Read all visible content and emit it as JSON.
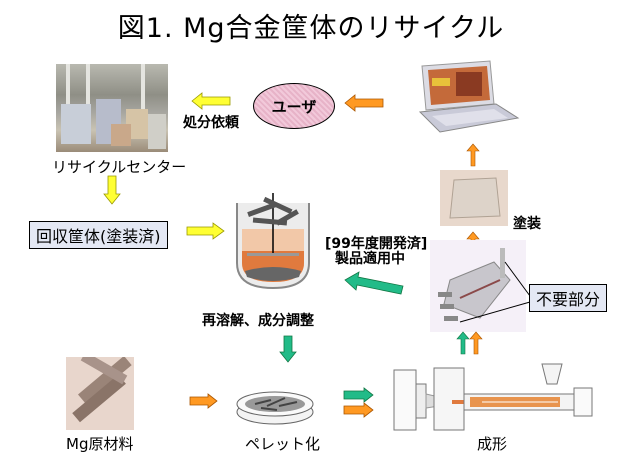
{
  "title": "図1. Mg合金筐体のリサイクル",
  "nodes": {
    "recycle_center": "リサイクルセンター",
    "user": "ユーザ",
    "disposal_request": "処分依頼",
    "collected_housing": "回収筐体(塗装済)",
    "remelt": "再溶解、成分調整",
    "developed_note_line1": "[99年度開発済]",
    "developed_note_line2": "製品適用中",
    "painting": "塗装",
    "unneeded_part": "不要部分",
    "mg_raw": "Mg原材料",
    "pellet": "ペレット化",
    "molding": "成形"
  },
  "colors": {
    "yellow_arrow": "#ffff33",
    "orange_arrow": "#ff9922",
    "green_arrow": "#22bb88",
    "user_oval": "#f0c4d8",
    "label_box": "#e4e8f4"
  }
}
